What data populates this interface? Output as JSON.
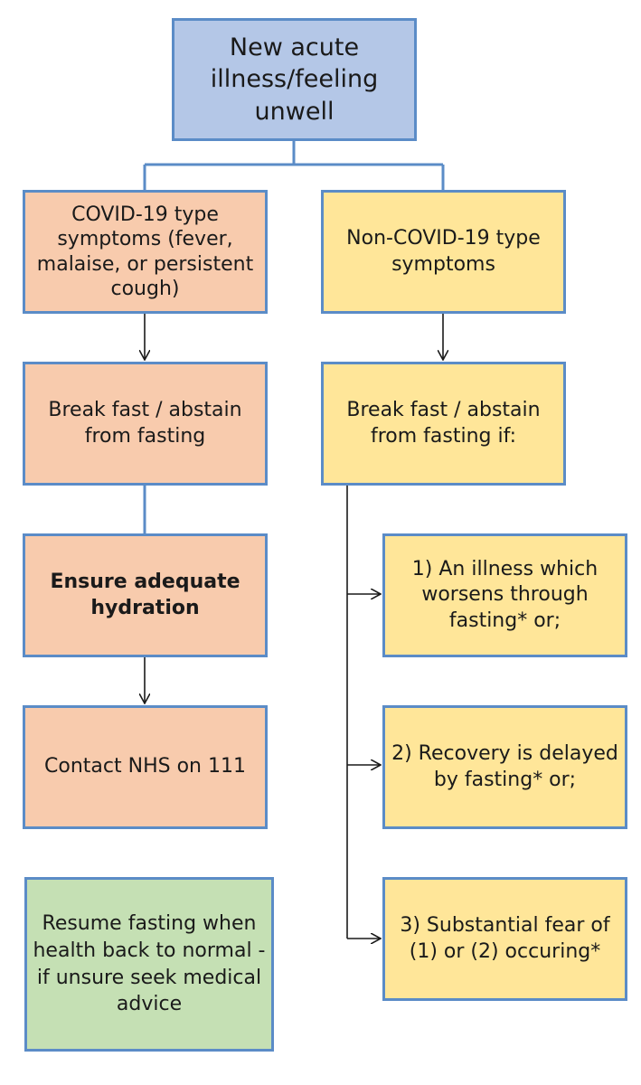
{
  "nodes": {
    "root": "New acute illness/feeling unwell",
    "covid_symptoms": "COVID-19 type symptoms (fever, malaise, or persistent cough)",
    "non_covid_symptoms": "Non-COVID-19 type symptoms",
    "break_fast_covid": "Break fast / abstain from fasting",
    "break_fast_if": "Break fast / abstain from fasting if:",
    "hydration": "Ensure adequate hydration",
    "contact_nhs": "Contact NHS on 111",
    "condition_1": "1) An illness which worsens through fasting* or;",
    "condition_2": "2) Recovery is delayed by fasting* or;",
    "condition_3": "3) Substantial fear of (1) or (2) occuring*",
    "resume_fasting": "Resume fasting when health back to normal - if unsure seek medical advice"
  },
  "colors": {
    "border": "#5b8cc7",
    "root_fill": "#b4c7e7",
    "covid_fill": "#f8cbad",
    "non_covid_fill": "#ffe699",
    "resume_fill": "#c5e0b4",
    "connector_blue": "#5b8cc7",
    "arrow": "#1a1a1a"
  }
}
